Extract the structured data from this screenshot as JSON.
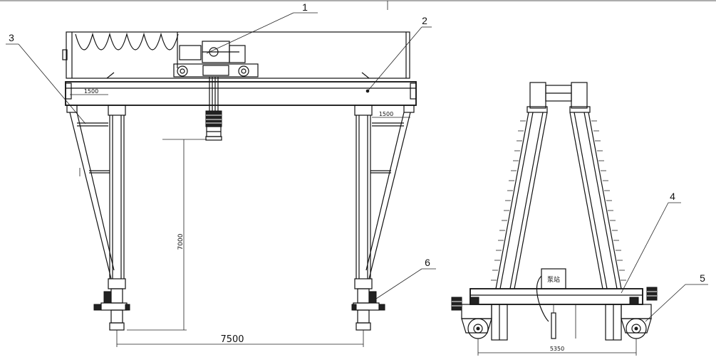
{
  "callouts": {
    "c1": "1",
    "c2": "2",
    "c3": "3",
    "c4": "4",
    "c5": "5",
    "c6": "6"
  },
  "dimensions": {
    "span": "7500",
    "lift_height": "7000",
    "left_cantilever": "1500",
    "right_cantilever": "1500",
    "side_wheelbase": "5350"
  },
  "labels": {
    "pump_station": "泵站"
  },
  "colors": {
    "line": "#111111",
    "background": "#ffffff"
  }
}
